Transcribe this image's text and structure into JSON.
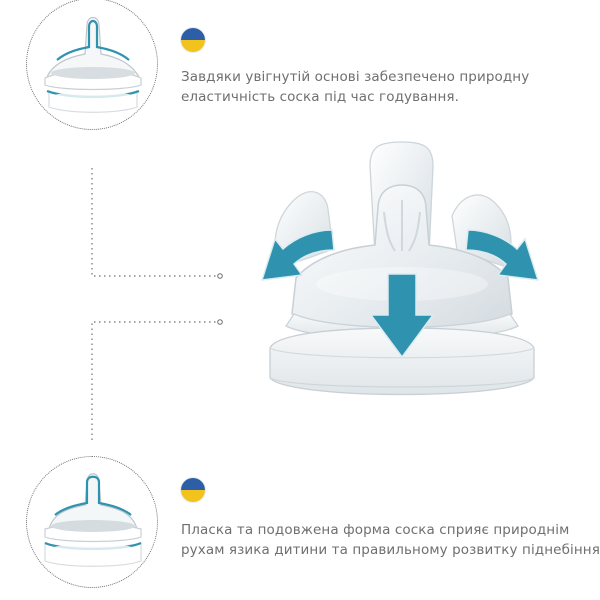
{
  "top_section": {
    "caption_line_1": "Завдяки увігнутій основі забезпечено природну",
    "caption_line_2": "еластичність соска під час годування."
  },
  "bottom_section": {
    "caption_line_1": "Пласка та подовжена форма соска сприяє природнім",
    "caption_line_2": "рухам язика дитини та правильному розвитку піднебіння."
  },
  "icons": {
    "flag_top": "ukraine-flag-icon",
    "flag_bottom": "ukraine-flag-icon",
    "arrows": "teal-arrow-icons"
  },
  "colors": {
    "accent": "#2f93b0",
    "flag_blue": "#2d5ea8",
    "flag_yellow": "#f2c21d",
    "text": "#6f6f6f",
    "line": "#6f6f6f"
  }
}
